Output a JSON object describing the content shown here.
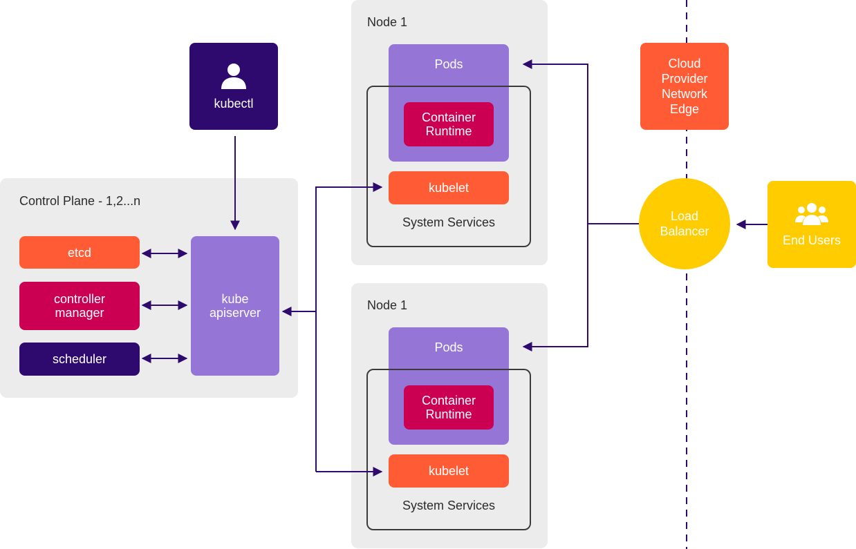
{
  "kubectl": {
    "label": "kubectl",
    "icon": "user-icon"
  },
  "control_plane": {
    "title": "Control Plane - 1,2...n",
    "etcd": "etcd",
    "controller_manager": "controller\nmanager",
    "scheduler": "scheduler",
    "apiserver": "kube\napiserver"
  },
  "nodes": [
    {
      "title": "Node 1",
      "pods": "Pods",
      "runtime": "Container\nRuntime",
      "kubelet": "kubelet",
      "system_services": "System Services"
    },
    {
      "title": "Node 1",
      "pods": "Pods",
      "runtime": "Container\nRuntime",
      "kubelet": "kubelet",
      "system_services": "System Services"
    }
  ],
  "cloud_edge": "Cloud\nProvider\nNetwork\nEdge",
  "load_balancer": "Load\nBalancer",
  "end_users": {
    "label": "End Users",
    "icon": "users-group-icon"
  },
  "colors": {
    "orange": "#ff5c35",
    "crimson": "#cc0052",
    "navy": "#2e0a6e",
    "purple": "#9575d6",
    "yellow": "#ffcc00",
    "connector": "#2e0a6e"
  }
}
